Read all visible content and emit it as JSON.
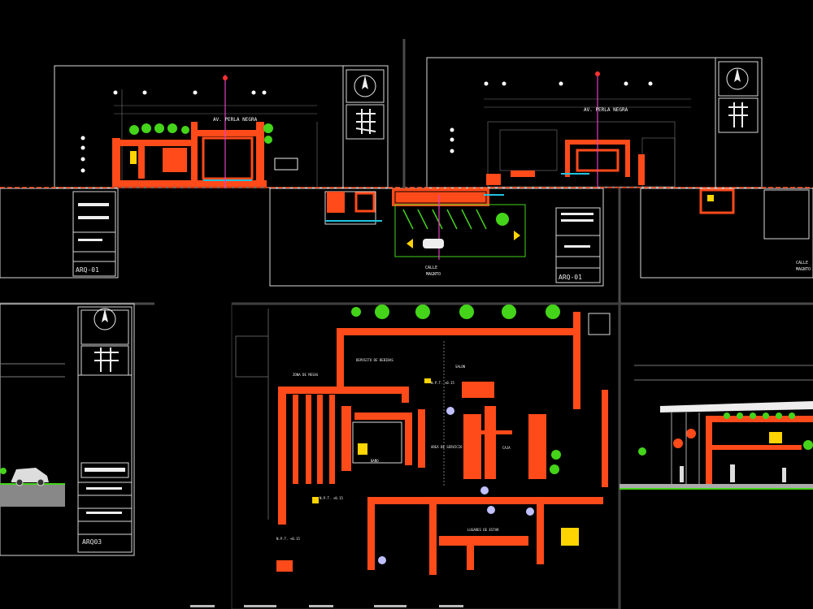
{
  "drawing": {
    "title": "",
    "colors": {
      "background": "#000000",
      "border": "#d9d9d9",
      "wall": "#ff4a1a",
      "plant": "#44d41a",
      "accent_yellow": "#ffd400",
      "accent_cyan": "#22c4e0",
      "annotation_magenta": "#e040c0",
      "line_grey": "#7a7a7a"
    },
    "icons": [
      "north-arrow-icon",
      "location-map-icon",
      "car-icon",
      "palm-tree-icon",
      "person-icon"
    ]
  },
  "sheets": {
    "sheet_a_code": "ARQ-01",
    "sheet_b_code": "ARQ-01",
    "sheet_c_code": "ARQ03"
  },
  "labels": {
    "street_top_a": "AV. PERLA NEGRA",
    "street_top_b": "AV. PERLA NEGRA",
    "street_bottom_a": "CALLE",
    "street_bottom_b": "MAGNTO",
    "street_right_a": "CALLE",
    "street_right_b": "MAGNTO",
    "plan_room_1": "ZONA DE MESAS",
    "plan_room_2": "SALON",
    "plan_room_3": "AREA DE SERVICIO",
    "plan_room_4": "N.P.T. +0.15",
    "plan_room_5": "BAÑO",
    "plan_room_6": "CAJA",
    "plan_room_7": "N.P.T. +0.15",
    "plan_room_8": "DEPOSITO DE BEBIDAS",
    "plan_room_9": "LUGARES DE ESTAR",
    "plan_room_10": "N.P.T. +0.15"
  }
}
